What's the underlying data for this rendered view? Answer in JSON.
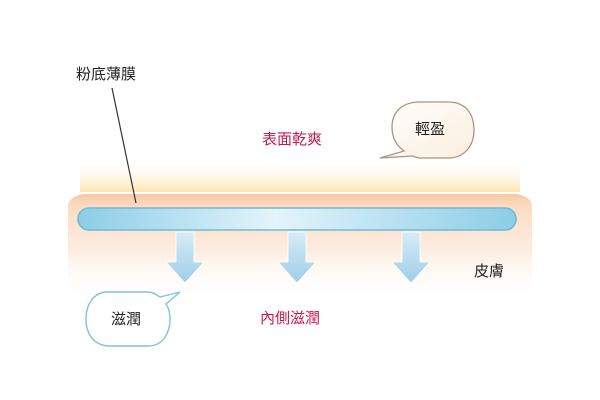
{
  "labels": {
    "foundation_film": "粉底薄膜",
    "surface_dry": "表面乾爽",
    "light_bubble": "輕盈",
    "skin": "皮膚",
    "moist_bubble": "滋潤",
    "inner_moist": "內側滋潤"
  },
  "colors": {
    "accent_text": "#c8194f",
    "film_band": "#8fd0e8",
    "film_outline": "#6bb8d6",
    "arrow_fill": "#a9d4ec",
    "skin_fill": "#fbe6d4",
    "skin_top": "#f7c9a4",
    "glow": "#fde7b8",
    "bubble_light_stroke": "#a89a80",
    "bubble_moist_stroke": "#7cc0dc"
  }
}
